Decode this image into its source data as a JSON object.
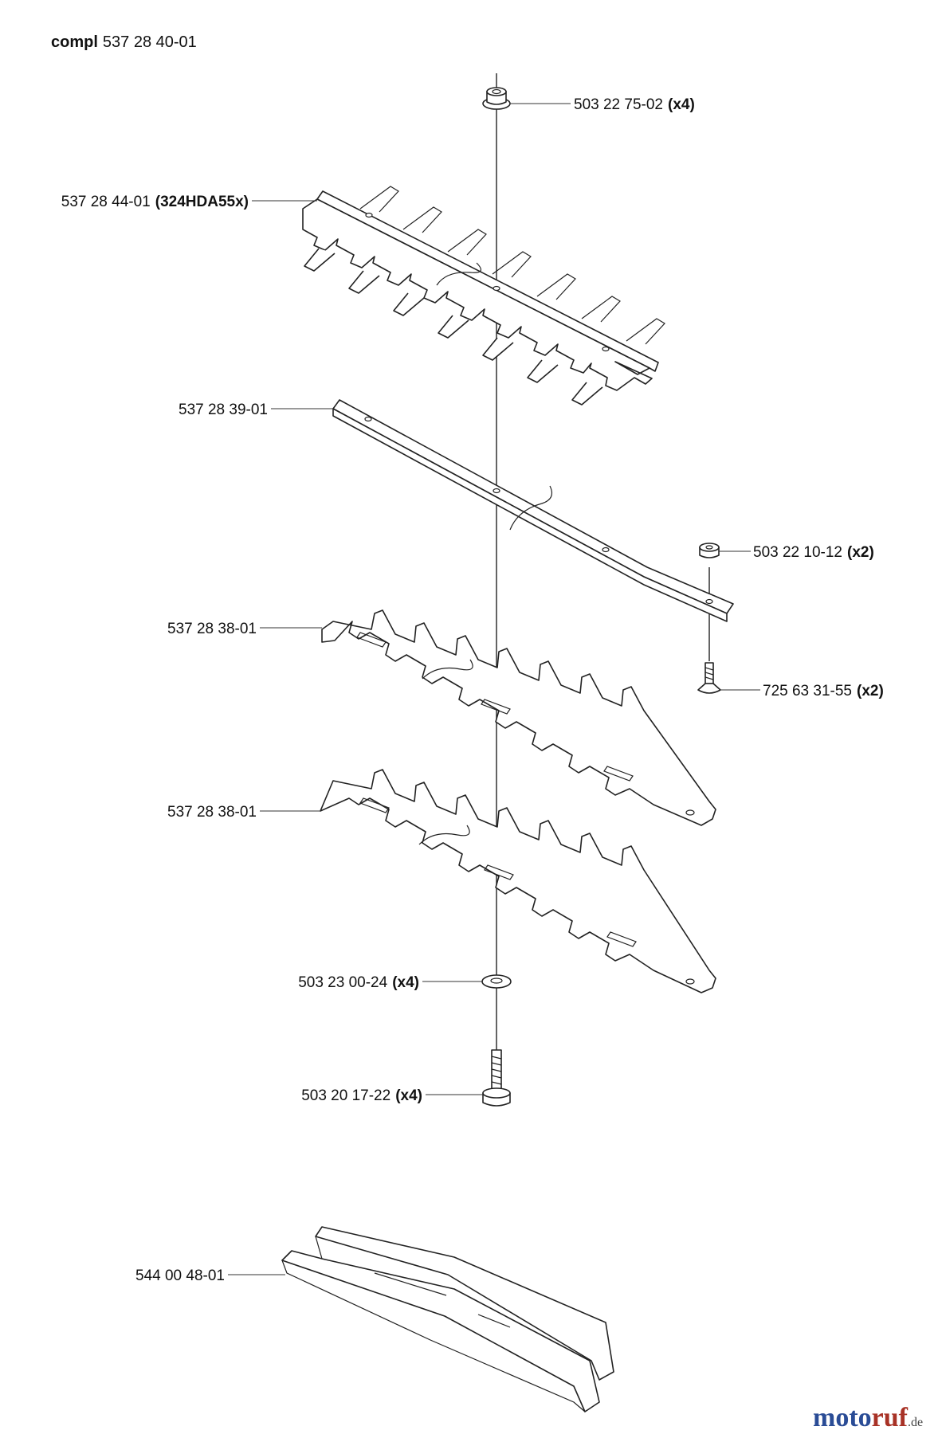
{
  "title": {
    "prefix": "compl",
    "number": "537 28 40-01"
  },
  "callouts": [
    {
      "id": "nut-top",
      "part": "503 22 75-02",
      "qty": "(x4)"
    },
    {
      "id": "blade-top",
      "part": "537 28 44-01",
      "qty": "(324HDA55x)"
    },
    {
      "id": "guide-bar",
      "part": "537 28 39-01",
      "qty": ""
    },
    {
      "id": "nut-small",
      "part": "503 22 10-12",
      "qty": "(x2)"
    },
    {
      "id": "blade-mid",
      "part": "537 28 38-01",
      "qty": ""
    },
    {
      "id": "screw",
      "part": "725 63 31-55",
      "qty": "(x2)"
    },
    {
      "id": "blade-low",
      "part": "537 28 38-01",
      "qty": ""
    },
    {
      "id": "washer",
      "part": "503 23 00-24",
      "qty": "(x4)"
    },
    {
      "id": "bolt",
      "part": "503 20 17-22",
      "qty": "(x4)"
    },
    {
      "id": "guard",
      "part": "544 00 48-01",
      "qty": ""
    }
  ],
  "watermark": {
    "brand_a": "moto",
    "brand_b": "ruf",
    "suffix": ".de",
    "color_a": "#2a4c96",
    "color_b": "#a83226"
  }
}
